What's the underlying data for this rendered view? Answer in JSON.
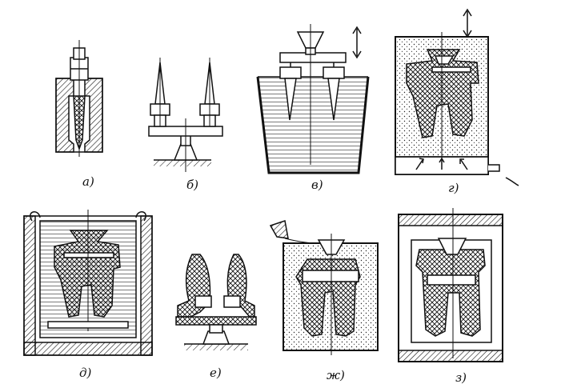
{
  "panels": [
    {
      "id": "a",
      "caption": "а)"
    },
    {
      "id": "b",
      "caption": "б)"
    },
    {
      "id": "v",
      "caption": "в)"
    },
    {
      "id": "g",
      "caption": "г)"
    },
    {
      "id": "d",
      "caption": "д)"
    },
    {
      "id": "e",
      "caption": "е)"
    },
    {
      "id": "zh",
      "caption": "ж)"
    },
    {
      "id": "z",
      "caption": "з)"
    }
  ],
  "colors": {
    "ink": "#111111",
    "paper": "#ffffff",
    "liquid": "#5a5a5a"
  }
}
